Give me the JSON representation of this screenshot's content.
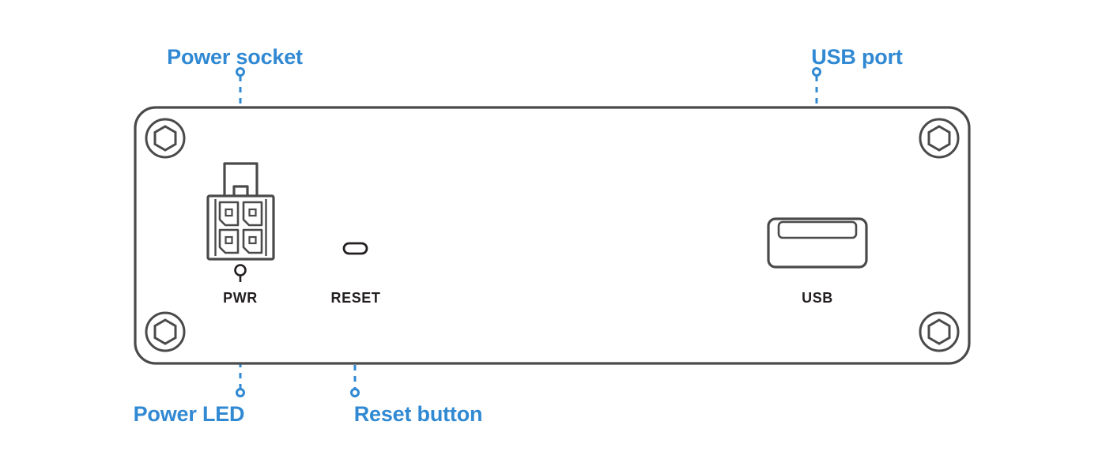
{
  "diagram": {
    "title": "Device rear panel",
    "type": "hardware-port-callout-diagram",
    "colors": {
      "accent_blue": "#3089d2",
      "outline_gray": "#4a4a4a",
      "silkscreen_dark": "#231f20",
      "background": "#ffffff"
    }
  },
  "callouts": [
    {
      "id": "power-socket",
      "label": "Power socket",
      "position": "top-left",
      "marker": "circle",
      "leader": "dashed-vertical"
    },
    {
      "id": "usb-port",
      "label": "USB port",
      "position": "top-right",
      "marker": "circle",
      "leader": "dashed-vertical"
    },
    {
      "id": "power-led",
      "label": "Power LED",
      "position": "bottom-left",
      "marker": "circle",
      "leader": "dashed-vertical"
    },
    {
      "id": "reset-button",
      "label": "Reset button",
      "position": "bottom-center",
      "marker": "circle",
      "leader": "dashed-vertical"
    }
  ],
  "silkscreen": [
    {
      "id": "pwr",
      "label": "PWR"
    },
    {
      "id": "reset",
      "label": "RESET"
    },
    {
      "id": "usb",
      "label": "USB"
    }
  ],
  "panel": {
    "connectors": [
      {
        "id": "power-connector",
        "name": "4-pin power socket",
        "pins": 4
      },
      {
        "id": "usb-connector",
        "name": "USB Type-A port"
      }
    ],
    "indicators": [
      {
        "id": "pwr-led",
        "name": "Power LED"
      }
    ],
    "buttons": [
      {
        "id": "reset-switch",
        "name": "Reset button"
      }
    ],
    "screws": [
      {
        "id": "screw-top-left"
      },
      {
        "id": "screw-top-right"
      },
      {
        "id": "screw-bottom-left"
      },
      {
        "id": "screw-bottom-right"
      }
    ]
  }
}
